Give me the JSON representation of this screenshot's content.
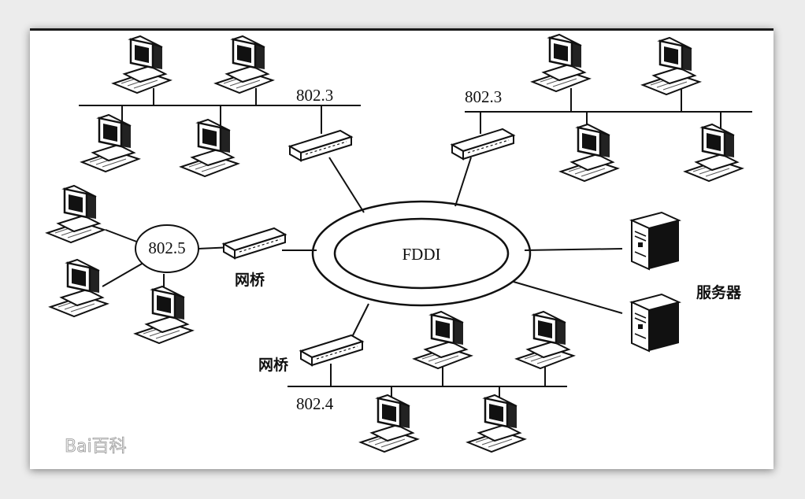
{
  "diagram": {
    "ring_label": "FDDI",
    "segments": {
      "top_left": "802.3",
      "top_right": "802.3",
      "token_ring": "802.5",
      "bottom": "802.4"
    },
    "bridge_labels": {
      "left": "网桥",
      "bottom": "网桥"
    },
    "server_label": "服务器"
  },
  "watermark": "Bai百科"
}
